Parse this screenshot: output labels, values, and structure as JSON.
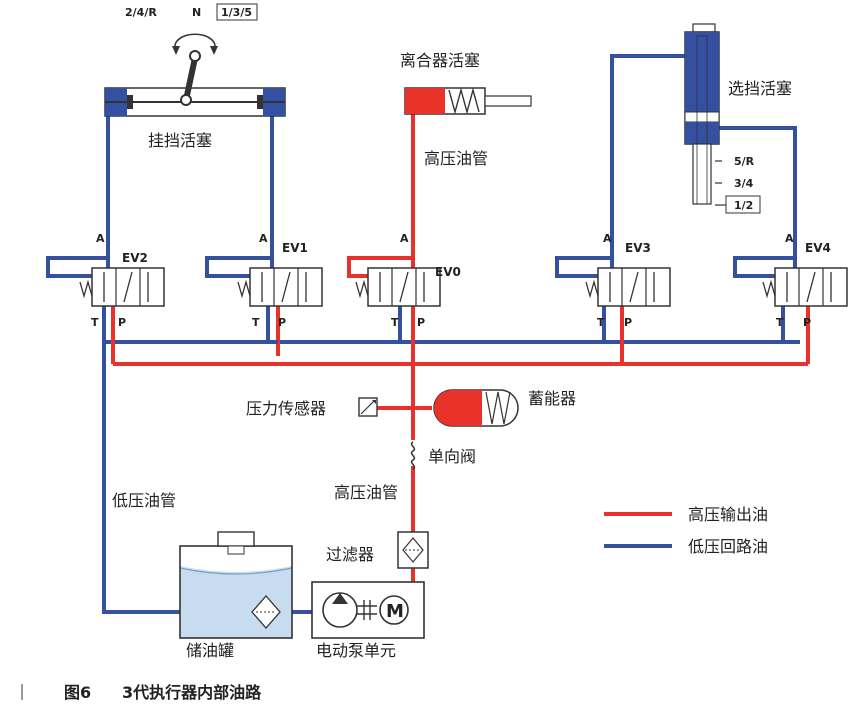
{
  "labels": {
    "shift_piston": "挂挡活塞",
    "clutch_piston": "离合器活塞",
    "select_piston": "选挡活塞",
    "hp_pipe_top": "高压油管",
    "hp_pipe_bottom": "高压油管",
    "lp_pipe": "低压油管",
    "pressure_sensor": "压力传感器",
    "accumulator": "蓄能器",
    "check_valve": "单向阀",
    "filter": "过滤器",
    "tank": "储油罐",
    "pump_unit": "电动泵单元",
    "motor": "M"
  },
  "shift_positions": {
    "left": "2/4/R",
    "neutral": "N",
    "right": "1/3/5"
  },
  "select_positions": [
    "5/R",
    "3/4",
    "1/2"
  ],
  "valves": [
    {
      "name": "EV2",
      "a": "A",
      "t": "T",
      "p": "P"
    },
    {
      "name": "EV1",
      "a": "A",
      "t": "T",
      "p": "P"
    },
    {
      "name": "EV0",
      "a": "A",
      "t": "T",
      "p": "P"
    },
    {
      "name": "EV3",
      "a": "A",
      "t": "T",
      "p": "P"
    },
    {
      "name": "EV4",
      "a": "A",
      "t": "T",
      "p": "P"
    }
  ],
  "legend": {
    "high": "高压输出油",
    "low": "低压回路油",
    "high_color": "#e8322a",
    "low_color": "#3450a0"
  },
  "caption": {
    "fig": "图6",
    "title": "3代执行器内部油路"
  }
}
